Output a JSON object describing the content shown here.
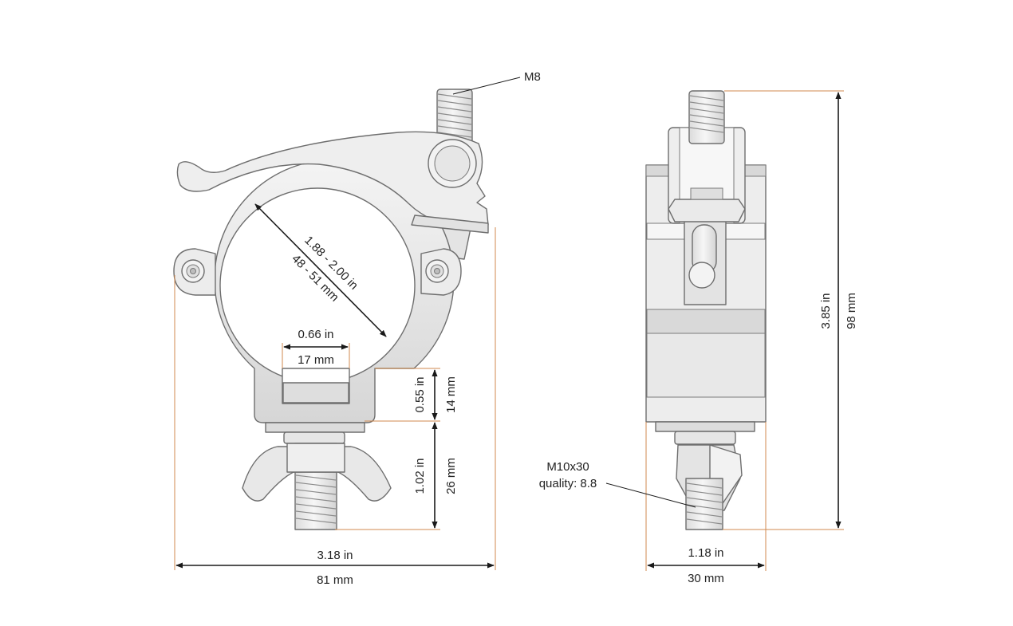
{
  "colors": {
    "part_fill": "#e9e9e9",
    "part_light": "#f5f5f5",
    "part_shade": "#d2d2d2",
    "part_stroke": "#6e6e6e",
    "extension_line": "#d08a4f",
    "dimension_line": "#1a1a1a",
    "text": "#222222"
  },
  "front_view": {
    "bolt_top_callout": "M8",
    "tube_diameter_in": "1.88 - 2.00 in",
    "tube_diameter_mm": "48 - 51 mm",
    "slot_width_in": "0.66 in",
    "slot_width_mm": "17 mm",
    "slot_depth_in": "0.55 in",
    "slot_depth_mm": "14 mm",
    "bolt_length_in": "1.02 in",
    "bolt_length_mm": "26 mm",
    "overall_width_in": "3.18 in",
    "overall_width_mm": "81 mm"
  },
  "side_view": {
    "bolt_callout_line1": "M10x30",
    "bolt_callout_line2": "quality: 8.8",
    "overall_height_in": "3.85 in",
    "overall_height_mm": "98 mm",
    "overall_width_in": "1.18 in",
    "overall_width_mm": "30 mm"
  },
  "icons": [
    "front-view-drawing",
    "side-view-drawing",
    "wing-nut-icon",
    "bolt-icon",
    "lever-icon"
  ]
}
